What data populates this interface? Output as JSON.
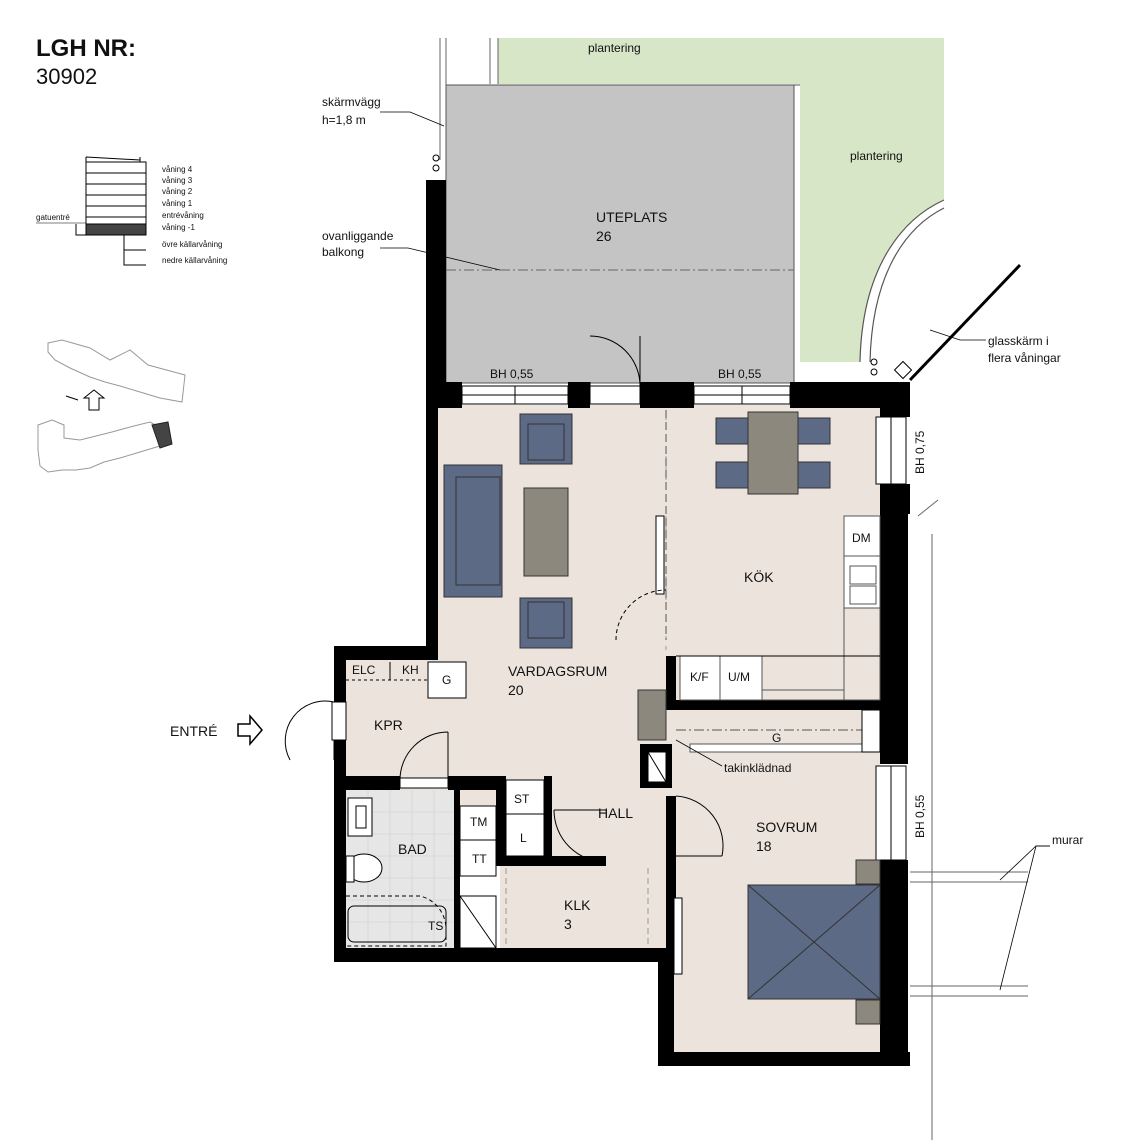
{
  "header": {
    "title": "LGH NR:",
    "number": "30902"
  },
  "floor_legend": {
    "floors": [
      "våning 4",
      "våning 3",
      "våning 2",
      "våning 1",
      "entrévåning",
      "våning -1",
      "övre källarvåning",
      "nedre källarvåning"
    ],
    "street_label": "gatuentré"
  },
  "rooms": {
    "uteplats": {
      "name": "UTEPLATS",
      "area": "26"
    },
    "vardagsrum": {
      "name": "VARDAGSRUM",
      "area": "20"
    },
    "kok": {
      "name": "KÖK"
    },
    "sovrum": {
      "name": "SOVRUM",
      "area": "18"
    },
    "bad": {
      "name": "BAD"
    },
    "klk": {
      "name": "KLK",
      "area": "3"
    },
    "hall": {
      "name": "HALL"
    },
    "kpr": {
      "name": "KPR"
    }
  },
  "fixtures": {
    "elc": "ELC",
    "kh": "KH",
    "g1": "G",
    "g2": "G",
    "dm": "DM",
    "kf": "K/F",
    "um": "U/M",
    "st": "ST",
    "l": "L",
    "tm": "TM",
    "tt": "TT",
    "ts": "TS"
  },
  "labels": {
    "plantering1": "plantering",
    "plantering2": "plantering",
    "skarmvagg_1": "skärmvägg",
    "skarmvagg_2": "h=1,8 m",
    "ovanliggande_1": "ovanliggande",
    "ovanliggande_2": "balkong",
    "glasskarm_1": "glasskärm i",
    "glasskarm_2": "flera våningar",
    "bh_left": "BH 0,55",
    "bh_right": "BH 0,55",
    "bh_kitchen": "BH 0,75",
    "bh_bedroom": "BH 0,55",
    "takinkladnad": "takinklädnad",
    "murar": "murar",
    "entre": "ENTRÉ"
  },
  "colors": {
    "floor": "#ece3dc",
    "terrace": "#c4c4c4",
    "planting": "#d6e6c6",
    "wall": "#000000",
    "furniture_blue": "#5d6a86",
    "furniture_table": "#8c887e",
    "bath_tile": "#e4e4e4"
  }
}
